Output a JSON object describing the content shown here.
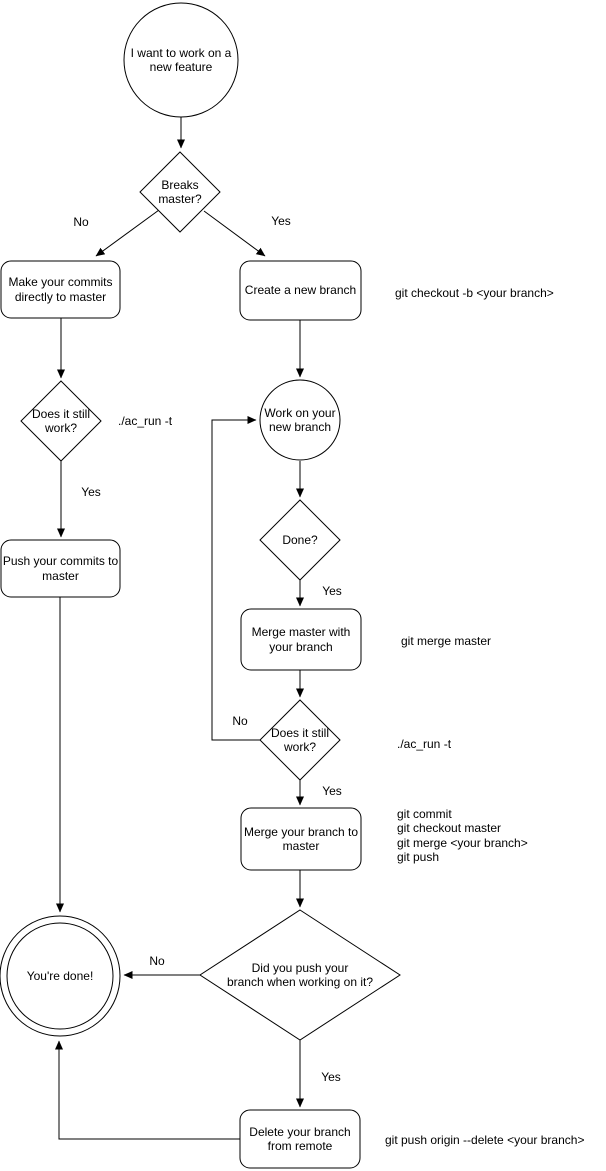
{
  "diagram": {
    "colors": {
      "stroke": "#000000",
      "background": "#ffffff",
      "text": "#000000"
    },
    "nodes": {
      "start": {
        "label": "I want to work on a\nnew feature"
      },
      "breaks_master": {
        "label": "Breaks\nmaster?"
      },
      "make_commits": {
        "label": "Make your commits\ndirectly to master"
      },
      "create_branch": {
        "label": "Create a new branch"
      },
      "still_work_1": {
        "label": "Does it still\nwork?"
      },
      "work_branch": {
        "label": "Work on your\nnew branch"
      },
      "done_q": {
        "label": "Done?"
      },
      "push_commits": {
        "label": "Push your commits to\nmaster"
      },
      "merge_master": {
        "label": "Merge master with\nyour branch"
      },
      "still_work_2": {
        "label": "Does it still\nwork?"
      },
      "merge_branch": {
        "label": "Merge your branch to\nmaster"
      },
      "did_push": {
        "label": "Did you push your\nbranch when working on it?"
      },
      "youre_done": {
        "label": "You're done!"
      },
      "delete_remote": {
        "label": "Delete your branch\nfrom remote"
      }
    },
    "edge_labels": {
      "no_breaks": "No",
      "yes_breaks": "Yes",
      "yes_still_1": "Yes",
      "yes_done": "Yes",
      "no_still_2": "No",
      "yes_still_2": "Yes",
      "no_did_push": "No",
      "yes_did_push": "Yes"
    },
    "notes": {
      "checkout": "git checkout -b <your branch>",
      "ac_run_1": "./ac_run -t",
      "merge_master": "git merge master",
      "ac_run_2": "./ac_run -t",
      "merge_branch": "git commit\ngit checkout master\ngit merge <your branch>\ngit push",
      "delete_remote": "git push origin --delete <your branch>"
    }
  }
}
